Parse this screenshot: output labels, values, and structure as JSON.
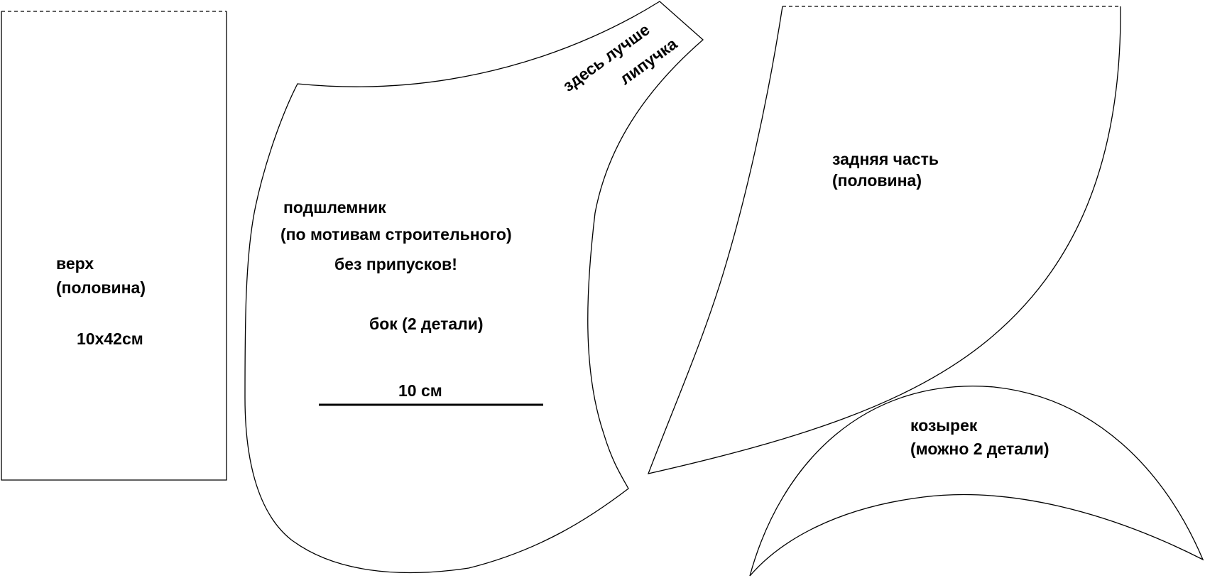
{
  "pieces": {
    "top": {
      "name": "верх",
      "note": "(половина)",
      "size": "10х42см"
    },
    "side": {
      "line1": "подшлемник",
      "line2": "(по мотивам строительного)",
      "line3": "без припусков!",
      "name": "бок (2 детали)",
      "scale_label": "10 см",
      "velcro_line1": "здесь лучше",
      "velcro_line2": "липучка"
    },
    "back": {
      "name": "задняя часть",
      "note": "(половина)"
    },
    "visor": {
      "name": "козырек",
      "note": "(можно 2 детали)"
    }
  },
  "colors": {
    "line": "#000000",
    "background": "#ffffff"
  }
}
